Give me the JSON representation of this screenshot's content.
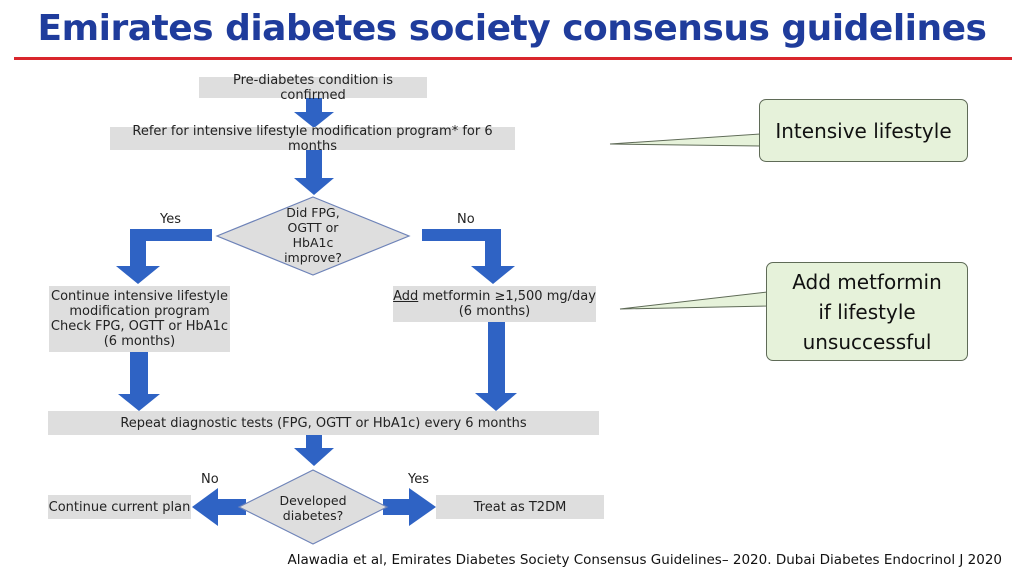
{
  "slide": {
    "title": "Emirates diabetes society consensus guidelines",
    "citation": "Alawadia et al, Emirates Diabetes Society Consensus Guidelines– 2020.  Dubai Diabetes Endocrinol J 2020"
  },
  "flowchart": {
    "start": "Pre-diabetes condition is confirmed",
    "refer": "Refer for intensive lifestyle modification program* for 6 months",
    "decision1": {
      "line1": "Did FPG,",
      "line2": "OGTT or",
      "line3": "HbA1c",
      "line4": "improve?"
    },
    "yes1": "Yes",
    "no1": "No",
    "continue_box": {
      "line1": "Continue intensive lifestyle",
      "line2": "modification program",
      "line3": "Check FPG, OGTT or HbA1c",
      "line4": "(6 months)"
    },
    "add_box": {
      "add_word": "Add",
      "rest": " metformin ≥1,500 mg/day",
      "line2": "(6 months)"
    },
    "repeat": "Repeat diagnostic tests (FPG, OGTT or HbA1c) every 6 months",
    "decision2": {
      "line1": "Developed",
      "line2": "diabetes?"
    },
    "no2": "No",
    "yes2": "Yes",
    "current_plan": "Continue current plan",
    "treat": "Treat as T2DM"
  },
  "callouts": {
    "lifestyle": "Intensive lifestyle",
    "metformin": {
      "line1": "Add metformin",
      "line2": "if lifestyle",
      "line3": "unsuccessful"
    }
  },
  "colors": {
    "title": "#1f3c9c",
    "rule": "#d9262c",
    "arrow": "#2f63c4",
    "box": "#dedede",
    "callout_fill": "#e6f2da"
  }
}
